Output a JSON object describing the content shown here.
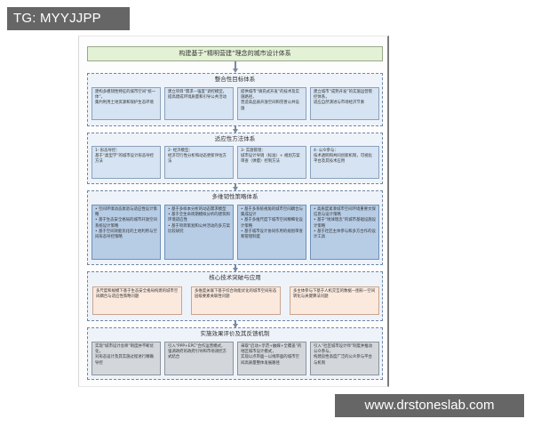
{
  "watermarks": {
    "top": "TG: MYYJJPP",
    "bottom": "www.drstoneslab.com"
  },
  "diagram": {
    "title": "构建基于“精明营建”理念的城市设计体系",
    "sections": [
      {
        "heading": "整合性目标体系",
        "boxes": [
          "建构多模韧性特征的城市空间“统一体”，\n集约利用土地资源和保护生态环境",
          "建立项目“需求—强度”调控模型，\n提高建成环境质量和引导公共活动",
          "提供城市“填充式开发”的技术及实施路径，\n营造高品质开放空间和完善公共设施",
          "建立城市“成熟开发”的实施运营管控体系，\n适应自然演进与市场经济节奏"
        ]
      },
      {
        "heading": "适应性方法体系",
        "boxes": [
          "1- 形态导控：\n基于“类型学”的城市设计形态导控方法",
          "2- 经济模型：\n经济可行性分析和动态更新评估方法",
          "3- 实施管理：\n城市设计导则（标准）+ 规划方案审查（弹量）控制方法",
          "4- 公众参与：\n技术透明和共同创新机制，可视化平台及其技术应用"
        ]
      },
      {
        "heading": "多维韧性策略体系",
        "boxes": [
          "• 空间环境动态衰退与适应性设计策略\n• 基于生态安全格局的城市开放空间系统设计策略\n• 基于空间效能优化的土地利用与空间形态导控策略",
          "• 基于多样本分析的动态需求模型\n• 基于全生命周期模拟分析的建筑和环境适应性\n• 基于项目策划和公共活动的多方案比较研究",
          "• 基于多系统视角的城市空间耦合与集成设计\n• 基于多维尺度下城市空间精细化设计策略\n• 基于城市设计协同作用的规划审查和管理制度",
          "• 高质度紧凑城市空间环境重要文保信息与设计策略\n• 基于“地球理念”的城市基础设施设计策略\n• 基于社区主体参与和多方合作的设计工具"
        ]
      },
      {
        "heading": "核心技术突破与应用",
        "boxes": [
          "多尺度和规模下基于生态安全格局构建的城市空间耦合与适应性策略问题",
          "多维度关联下基于综合效能优化的城市空间形态层级要素关联性问题",
          "多主体参与下基于人机交互的数据—图形—空间转化与关键算法问题"
        ]
      },
      {
        "heading": "实施效果评价及其反馈机制",
        "boxes": [
          "实现“城市设计总师”制度并不断优化，\n对形态设计及其实施过程进行精确导控",
          "引入“PPP+EPC”合作运营模式，\n强调政府的政府引导和市场调控方式结合",
          "采取“启动+示范+触媒+全覆盖”的地区城市设计模式，\n实现以点带面—以线带面的城市空间高质量整体发展路径",
          "引入“社区城市设计师”制度并推动公众参与，\n构建良性高度广泛的公众参与平台与机制"
        ]
      }
    ]
  }
}
